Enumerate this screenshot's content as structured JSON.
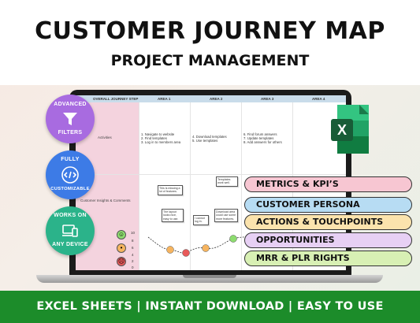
{
  "header": {
    "title": "CUSTOMER JOURNEY MAP",
    "subtitle": "PROJECT MANAGEMENT"
  },
  "sheet": {
    "columns": [
      "OVERALL JOURNEY STEP",
      "AREA 1",
      "AREA 2",
      "AREA 3",
      "AREA 4"
    ],
    "row_activities": "Activities",
    "row_insights": "Customer Insights & Comments",
    "cells": {
      "area1": "1. Navigate to website\n2. Find templates\n3. Log in to members area",
      "area2": "4. Download templates\n5. Use templates",
      "area3": "6. Find forum answers\n7. Update templates\n8. Add answers for others"
    },
    "notes": [
      "This is missing a lot of features.",
      "Templates work well.",
      "The layout looks nice, easy to use.",
      "I cannot log in.",
      "Download area could use some more features."
    ],
    "scale": [
      "10",
      "8",
      "6",
      "4",
      "2",
      "0"
    ]
  },
  "badges": [
    {
      "top": "ADVANCED",
      "bottom": "FILTERS",
      "icon": "filter-icon",
      "color": "#a86be0"
    },
    {
      "top": "FULLY",
      "bottom": "CUSTOMIZABLE",
      "icon": "code-icon",
      "color": "#3d7be6"
    },
    {
      "top": "WORKS ON",
      "bottom": "ANY DEVICE",
      "icon": "devices-icon",
      "color": "#2bb38a"
    }
  ],
  "features": [
    {
      "label": "METRICS & KPI’S",
      "color": "#f7c6d2"
    },
    {
      "label": "CUSTOMER PERSONA",
      "color": "#b7dcf3"
    },
    {
      "label": "ACTIONS & TOUCHPOINTS",
      "color": "#fbe3ad"
    },
    {
      "label": "OPPORTUNITIES",
      "color": "#e7d0f4"
    },
    {
      "label": "MRR & PLR RIGHTS",
      "color": "#d8f0b4"
    }
  ],
  "footer": "EXCEL SHEETS | INSTANT DOWNLOAD | EASY TO USE",
  "excel_icon": {
    "letter": "X",
    "color": "#1d7a44"
  }
}
